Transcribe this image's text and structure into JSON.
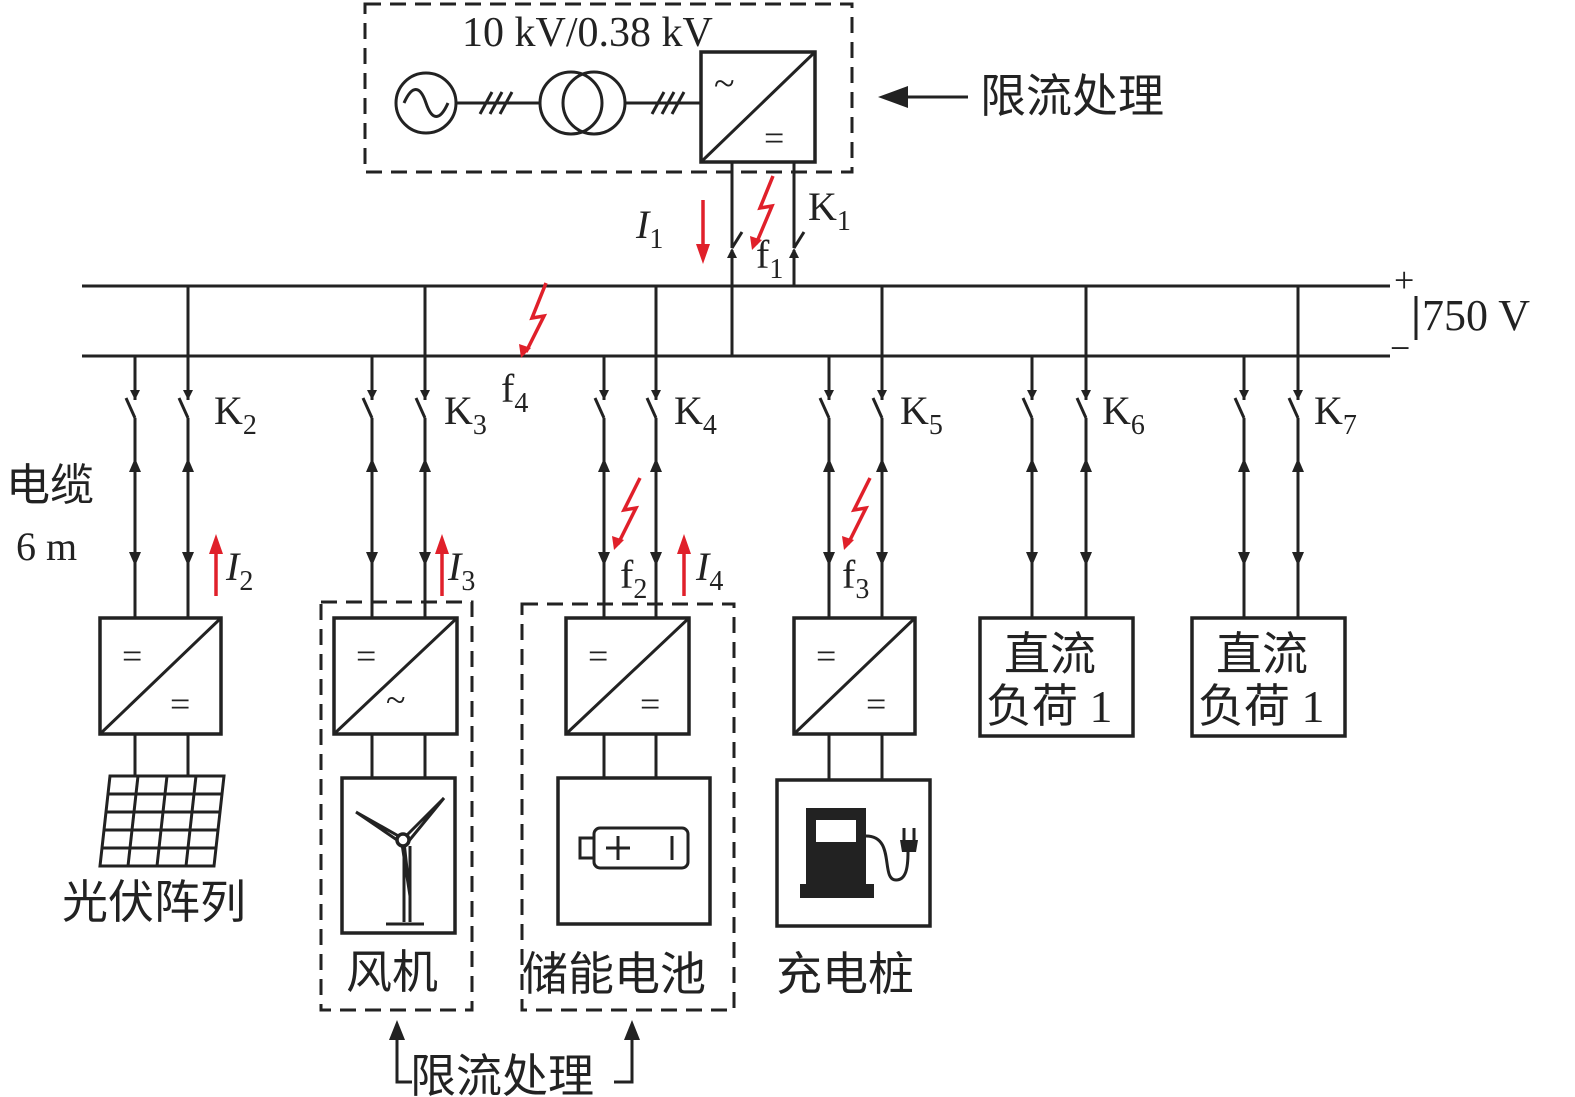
{
  "title_voltage": "10 kV/0.38 kV",
  "limit_label": "限流处理",
  "bus": {
    "plus": "+",
    "minus": "−",
    "voltage": "750 V"
  },
  "cable": {
    "line1": "电缆",
    "line2": "6 m"
  },
  "switches": [
    {
      "k": "K",
      "sub": "1"
    },
    {
      "k": "K",
      "sub": "2"
    },
    {
      "k": "K",
      "sub": "3"
    },
    {
      "k": "K",
      "sub": "4"
    },
    {
      "k": "K",
      "sub": "5"
    },
    {
      "k": "K",
      "sub": "6"
    },
    {
      "k": "K",
      "sub": "7"
    }
  ],
  "currents": [
    {
      "i": "I",
      "sub": "1"
    },
    {
      "i": "I",
      "sub": "2"
    },
    {
      "i": "I",
      "sub": "3"
    },
    {
      "i": "I",
      "sub": "4"
    }
  ],
  "faults": [
    {
      "f": "f",
      "sub": "1"
    },
    {
      "f": "f",
      "sub": "2"
    },
    {
      "f": "f",
      "sub": "3"
    },
    {
      "f": "f",
      "sub": "4"
    }
  ],
  "devices": {
    "pv": "光伏阵列",
    "wind": "风机",
    "battery": "储能电池",
    "charger": "充电桩",
    "load1": {
      "line1": "直流",
      "line2": "负荷 1"
    },
    "load2": {
      "line1": "直流",
      "line2": "负荷 1"
    }
  },
  "symbols": {
    "dc": "=",
    "ac": "~"
  },
  "colors": {
    "fault": "#e0202a",
    "line": "#222222"
  }
}
